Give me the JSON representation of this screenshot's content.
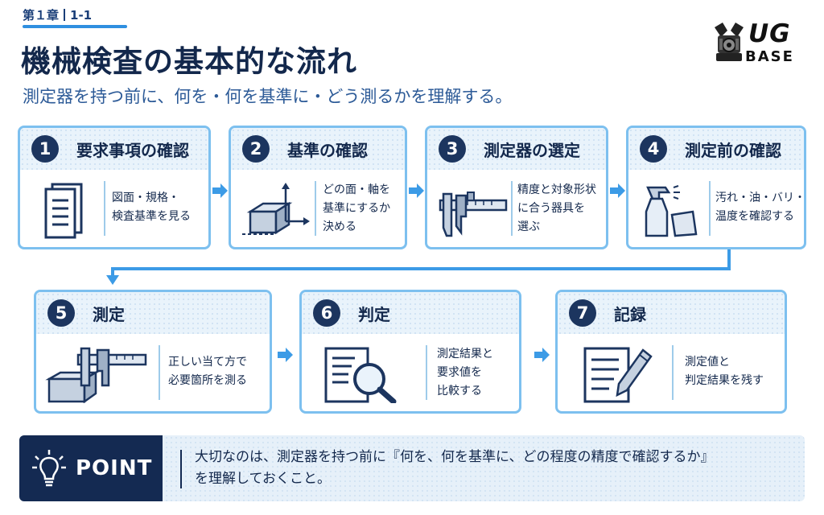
{
  "header": {
    "chapter": "第１章",
    "section": "1-1",
    "title": "機械検査の基本的な流れ",
    "subtitle": "測定器を持つ前に、何を・何を基準に・どう測るかを理解する。"
  },
  "logo": {
    "line1": "UG",
    "line2": "BASE"
  },
  "steps": [
    {
      "num": "1",
      "title": "要求事項の確認",
      "icon": "document-icon",
      "desc": [
        "図面・規格・",
        "検査基準を見る"
      ]
    },
    {
      "num": "2",
      "title": "基準の確認",
      "icon": "datum-block-icon",
      "desc": [
        "どの面・軸を",
        "基準にするか",
        "決める"
      ]
    },
    {
      "num": "3",
      "title": "測定器の選定",
      "icon": "caliper-icon",
      "desc": [
        "精度と対象形状",
        "に合う器具を",
        "選ぶ"
      ]
    },
    {
      "num": "4",
      "title": "測定前の確認",
      "icon": "spray-cloth-icon",
      "desc": [
        "汚れ・油・バリ・",
        "温度を確認する"
      ]
    },
    {
      "num": "5",
      "title": "測定",
      "icon": "caliper-measuring-icon",
      "desc": [
        "正しい当て方で",
        "必要箇所を測る"
      ]
    },
    {
      "num": "6",
      "title": "判定",
      "icon": "magnifier-document-icon",
      "desc": [
        "測定結果と",
        "要求値を",
        "比較する"
      ]
    },
    {
      "num": "7",
      "title": "記録",
      "icon": "document-pen-icon",
      "desc": [
        "測定値と",
        "判定結果を残す"
      ]
    }
  ],
  "point": {
    "label": "POINT",
    "text": [
      "大切なのは、測定器を持つ前に『何を、何を基準に、どの程度の精度で確認するか』",
      "を理解しておくこと。"
    ]
  },
  "colors": {
    "navy": "#1c355f",
    "accent": "#2f8fe0",
    "border": "#7dc0ef",
    "headbg": "#e9f3fb"
  }
}
